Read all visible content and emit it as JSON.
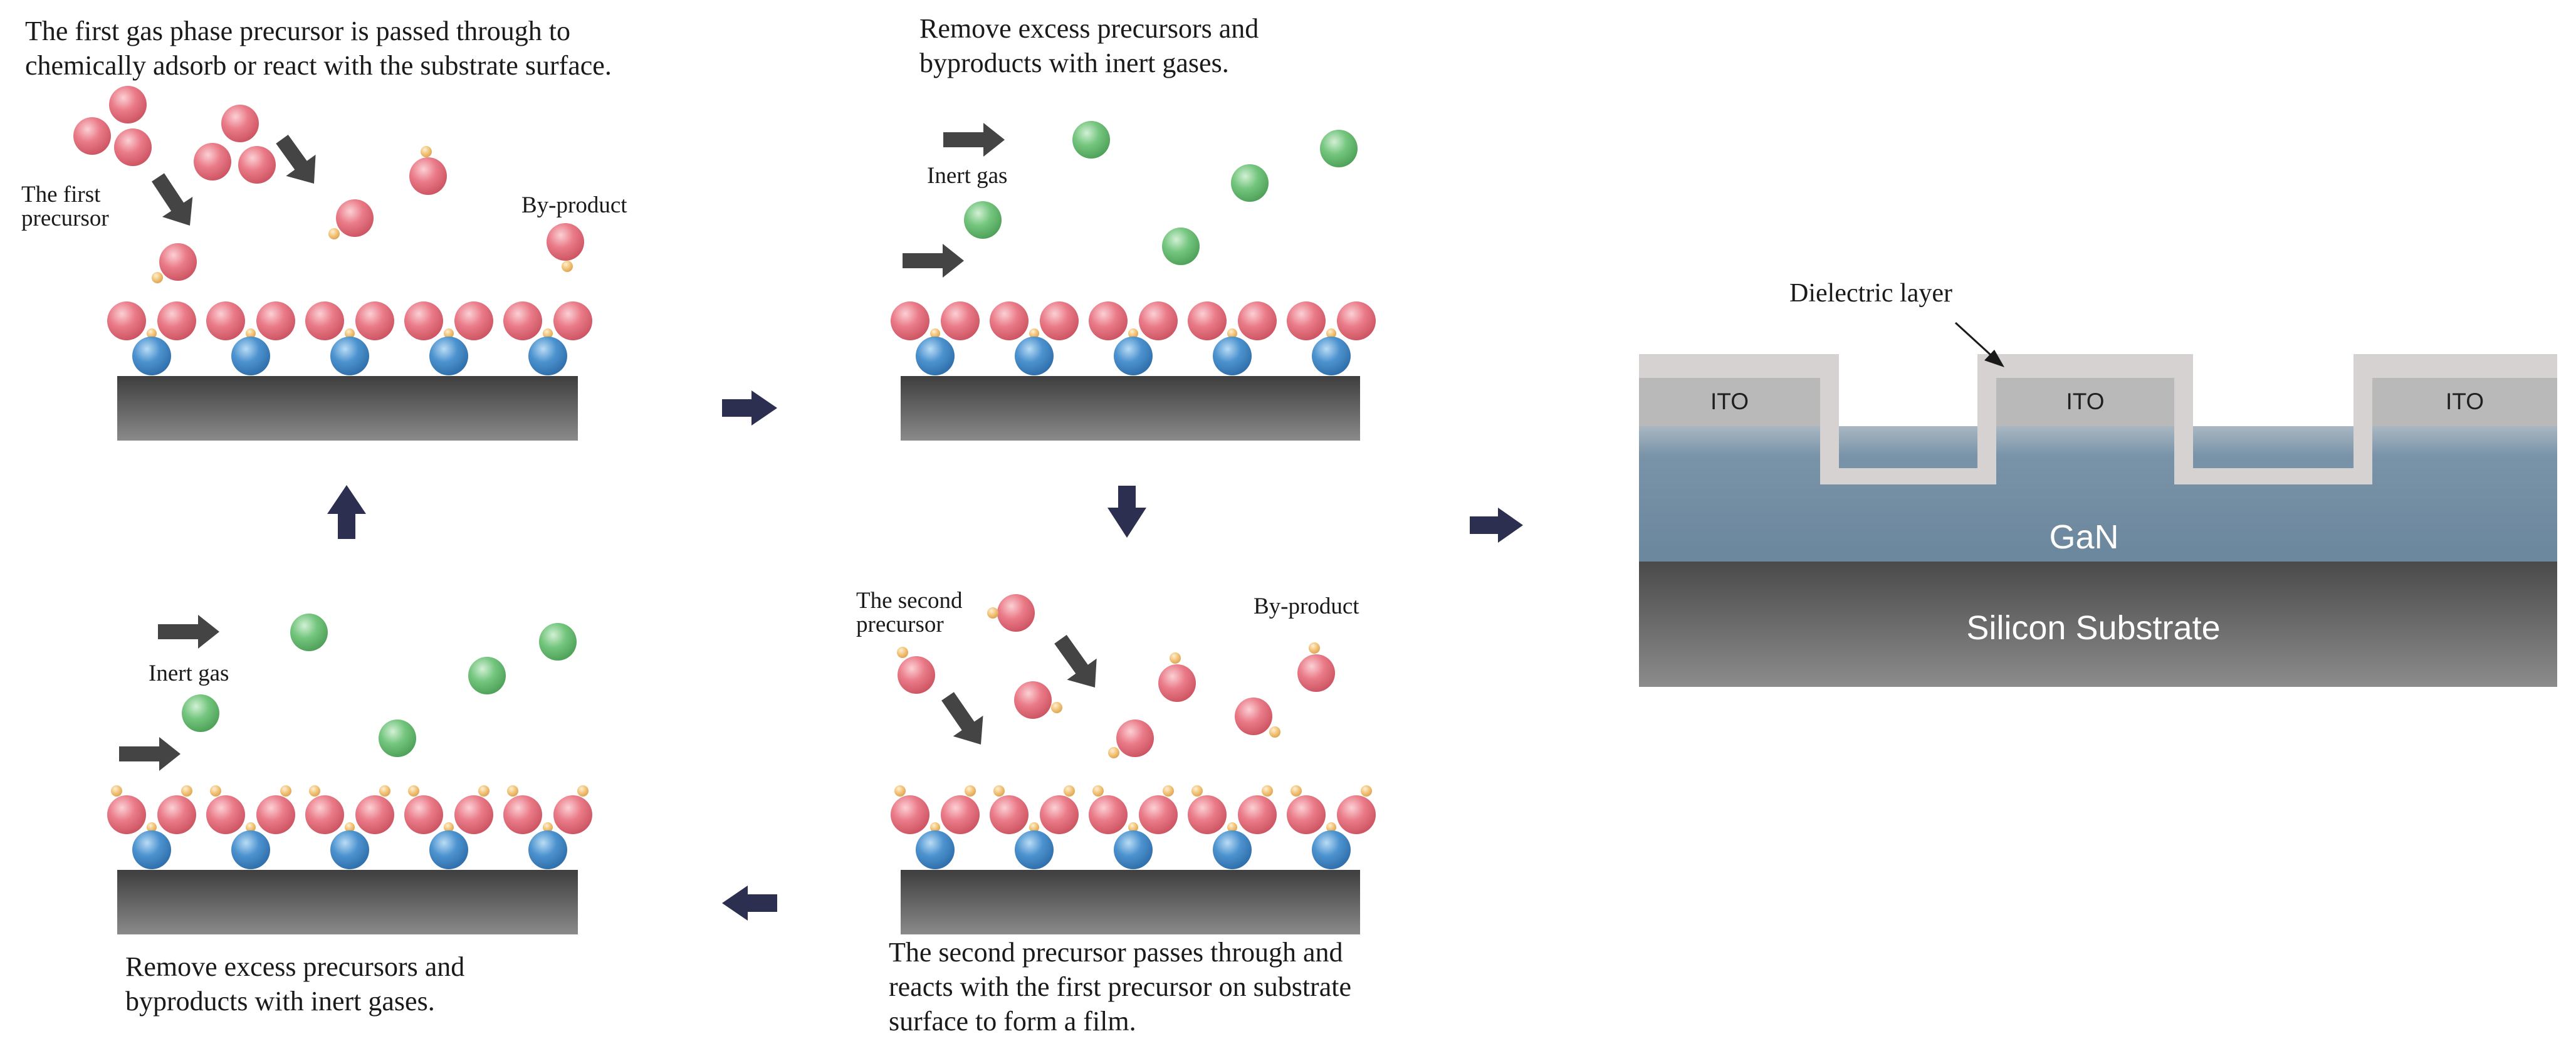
{
  "colors": {
    "precursor1": "#e8707e",
    "precursor2": "#f2c47a",
    "inert": "#6cbf77",
    "base": "#4a8cc8",
    "substrate": "#555555",
    "flow_arrow": "#2c2f4f",
    "gas_arrow": "#444444",
    "ito": "#b9b9b9",
    "gan": "#6f8a9f",
    "silicon": "#555555",
    "dielectric": "#d6d2d2"
  },
  "panels": {
    "step1": {
      "caption": [
        "The first gas phase precursor is passed through to",
        "chemically adsorb or react with the substrate surface."
      ],
      "precursor_label": [
        "The first",
        "precursor"
      ],
      "byproduct_label": "By-product"
    },
    "step2": {
      "caption": [
        "Remove excess precursors and",
        "byproducts with inert gases."
      ],
      "gas_label": "Inert gas"
    },
    "step3": {
      "caption": [
        "The second precursor passes through and",
        "reacts with the first precursor on substrate",
        "surface to form a film."
      ],
      "precursor_label": [
        "The second",
        "precursor"
      ],
      "byproduct_label": "By-product"
    },
    "step4": {
      "caption": [
        "Remove excess precursors and",
        "byproducts with inert gases."
      ],
      "gas_label": "Inert gas"
    }
  },
  "device": {
    "dielectric_label": "Dielectric layer",
    "ito_labels": [
      "ITO",
      "ITO",
      "ITO"
    ],
    "gan_label": "GaN",
    "substrate_label": "Silicon Substrate"
  }
}
